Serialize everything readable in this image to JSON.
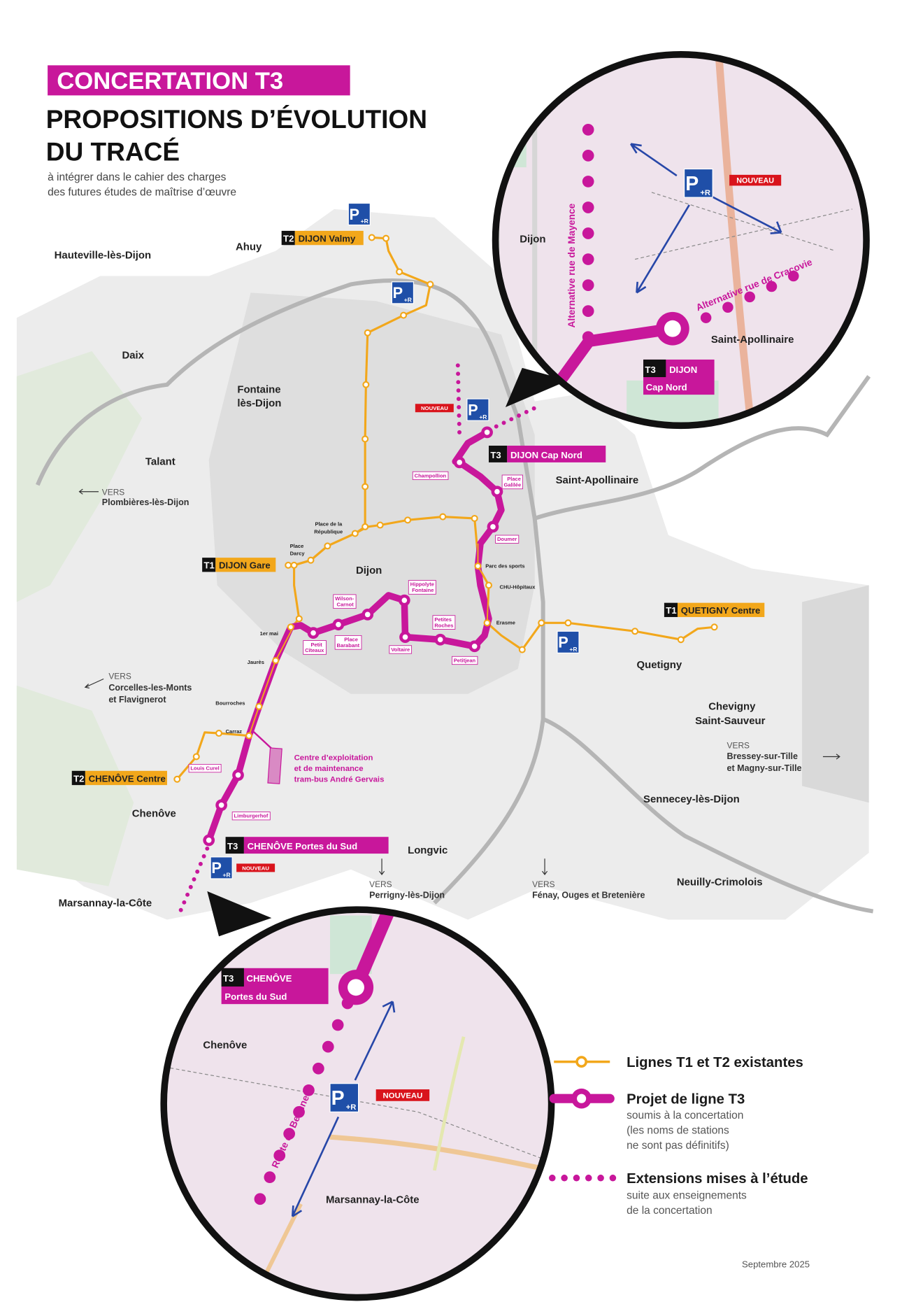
{
  "header": {
    "badge": "CONCERTATION T3",
    "title_line1": "PROPOSITIONS D’ÉVOLUTION",
    "title_line2": "DU TRACÉ",
    "subtitle_line1": "à intégrer dans le cahier des charges",
    "subtitle_line2": "des futures études de maîtrise d’œuvre"
  },
  "colors": {
    "t3": "#c8179b",
    "t1t2": "#f2a71b",
    "park_ride": "#1f4fa8",
    "nouveau": "#d9141c"
  },
  "icons": {
    "park_ride": {
      "p": "P",
      "r": "+R",
      "name": "park-and-ride-icon"
    },
    "new_badge": "NOUVEAU"
  },
  "places": {
    "hauteville": "Hauteville-lès-Dijon",
    "ahuy": "Ahuy",
    "daix": "Daix",
    "fontaine_1": "Fontaine",
    "fontaine_2": "lès-Dijon",
    "talant": "Talant",
    "dijon": "Dijon",
    "saint_apollinaire": "Saint-Apollinaire",
    "quetigny": "Quetigny",
    "chevigny_1": "Chevigny",
    "chevigny_2": "Saint-Sauveur",
    "sennecey": "Sennecey-lès-Dijon",
    "longvic": "Longvic",
    "neuilly": "Neuilly-Crimolois",
    "chenove": "Chenôve",
    "marsannay": "Marsannay-la-Côte",
    "place_republique_1": "Place de la",
    "place_republique_2": "République",
    "place_darcy_1": "Place",
    "place_darcy_2": "Darcy"
  },
  "directions": {
    "vers": "VERS",
    "plombieres": "Plombières-lès-Dijon",
    "corcelles_1": "Corcelles-les-Monts",
    "corcelles_2": "et Flavignerot",
    "bressey_1": "Bressey-sur-Tille",
    "bressey_2": "et Magny-sur-Tille",
    "perrigny": "Perrigny-lès-Dijon",
    "fenay": "Fénay, Ouges et Bretenière"
  },
  "termini": {
    "t2_valmy": {
      "line": "T2",
      "name": "DIJON Valmy"
    },
    "t3_cap_nord": {
      "line": "T3",
      "name": "DIJON Cap Nord"
    },
    "t1_gare": {
      "line": "T1",
      "name": "DIJON Gare"
    },
    "t1_quetigny": {
      "line": "T1",
      "name": "QUETIGNY Centre"
    },
    "t2_chenove": {
      "line": "T2",
      "name": "CHENÔVE Centre"
    },
    "t3_portes_sud": {
      "line": "T3",
      "name": "CHENÔVE Portes du Sud"
    }
  },
  "t3_stations": {
    "champollion": "Champollion",
    "galilee_1": "Place",
    "galilee_2": "Galilée",
    "doumer": "Doumer",
    "hippolyte_1": "Hippolyte",
    "hippolyte_2": "Fontaine",
    "wilson_1": "Wilson-",
    "wilson_2": "Carnot",
    "petites_roches_1": "Petites",
    "petites_roches_2": "Roches",
    "voltaire": "Voltaire",
    "petitjean": "Petitjean",
    "barabant_1": "Place",
    "barabant_2": "Barabant",
    "citeaux_1": "Petit",
    "citeaux_2": "Cîteaux",
    "louis_curel": "Louis Curel",
    "limburgerhof": "Limburgerhof"
  },
  "shared_stations": {
    "parc_sports": "Parc des sports",
    "chu": "CHU-Hôpitaux",
    "erasme": "Erasme",
    "premier_mai": "1er mai",
    "jaures": "Jaurès",
    "bourroches": "Bourroches",
    "carraz": "Carraz"
  },
  "depot": {
    "line1": "Centre d’exploitation",
    "line2": "et de maintenance",
    "line3": "tram-bus André Gervais"
  },
  "inset_north": {
    "dijon": "Dijon",
    "alt_mayence": "Alternative rue de Mayence",
    "alt_cracovie": "Alternative rue de Cracovie",
    "saint_apollinaire": "Saint-Apollinaire",
    "terminus_line": "T3",
    "terminus_1": "DIJON",
    "terminus_2": "Cap Nord"
  },
  "inset_south": {
    "chenove": "Chenôve",
    "route_beaune": "Route de Beaune",
    "marsannay": "Marsannay-la-Côte",
    "terminus_line": "T3",
    "terminus_1": "CHENÔVE",
    "terminus_2": "Portes du Sud"
  },
  "legend": {
    "existing_title": "Lignes T1 et T2 existantes",
    "t3_title": "Projet de ligne T3",
    "t3_sub1": "soumis à la concertation",
    "t3_sub2": "(les noms de stations",
    "t3_sub3": "ne sont pas définitifs)",
    "ext_title": "Extensions mises à l’étude",
    "ext_sub1": "suite aux enseignements",
    "ext_sub2": "de la concertation"
  },
  "footer": {
    "date": "Septembre 2025"
  }
}
